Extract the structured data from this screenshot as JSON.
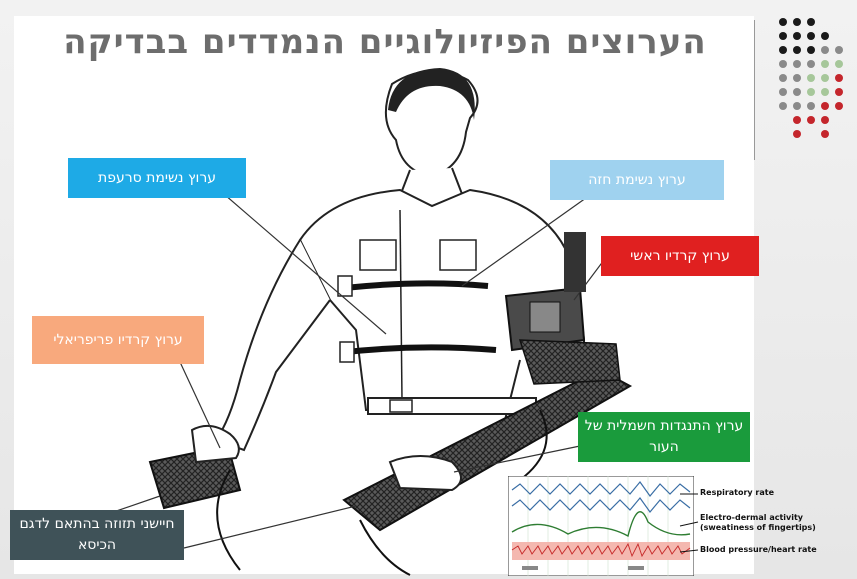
{
  "title": "הערוצים הפיזיולוגיים הנמדדים בבדיקה",
  "labels": {
    "abdominal": "ערוץ נשימת סרעפת",
    "chest": "ערוץ נשימת חזה",
    "cardio_main": "ערוץ קרדיו ראשי",
    "cardio_peripheral": "ערוץ קרדיו פריפריאלי",
    "gsr": "ערוץ התנגדות חשמלית של העור",
    "seat_sensors": "חיישני תזוזה בהתאם לדגם הכיסא"
  },
  "chart_legend": {
    "respiratory": "Respiratory rate",
    "eda": "Electro-dermal activity",
    "eda_sub": "(sweatiness of fingertips)",
    "bp": "Blood pressure/heart rate"
  },
  "colors": {
    "abdominal": "#1eaae6",
    "chest": "#9fd2ef",
    "cardio_main": "#e02020",
    "cardio_peripheral": "#f8a97d",
    "gsr": "#1a9b3c",
    "seat_sensors": "#3f5258"
  }
}
